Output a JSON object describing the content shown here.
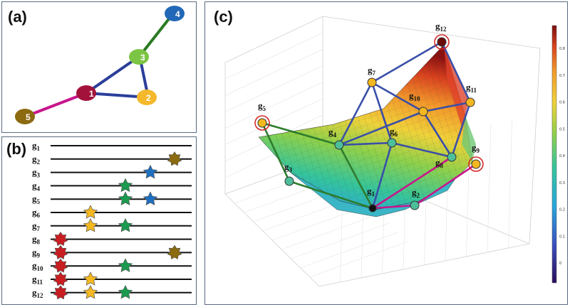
{
  "panel_a": {
    "label": "(a)",
    "nodes": [
      {
        "id": "1",
        "color": "#a3123a"
      },
      {
        "id": "2",
        "color": "#f4b82a"
      },
      {
        "id": "3",
        "color": "#7cc444"
      },
      {
        "id": "4",
        "color": "#2268b8"
      },
      {
        "id": "5",
        "color": "#8b6a10"
      }
    ]
  },
  "panel_b": {
    "label": "(b)",
    "rows": [
      {
        "g": "g",
        "sub": "1"
      },
      {
        "g": "g",
        "sub": "2"
      },
      {
        "g": "g",
        "sub": "3"
      },
      {
        "g": "g",
        "sub": "4"
      },
      {
        "g": "g",
        "sub": "5"
      },
      {
        "g": "g",
        "sub": "6"
      },
      {
        "g": "g",
        "sub": "7"
      },
      {
        "g": "g",
        "sub": "8"
      },
      {
        "g": "g",
        "sub": "9"
      },
      {
        "g": "g",
        "sub": "10"
      },
      {
        "g": "g",
        "sub": "11"
      },
      {
        "g": "g",
        "sub": "12"
      }
    ],
    "star_colors": {
      "red": "#c81e22",
      "yellow": "#f4b820",
      "green": "#1a9a4e",
      "blue": "#1e6fc0",
      "brown": "#8b6a10"
    }
  },
  "panel_c": {
    "label": "(c)",
    "labels": [
      {
        "g": "g",
        "sub": "12"
      },
      {
        "g": "g",
        "sub": "7"
      },
      {
        "g": "g",
        "sub": "10"
      },
      {
        "g": "g",
        "sub": "11"
      },
      {
        "g": "g",
        "sub": "5"
      },
      {
        "g": "g",
        "sub": "4"
      },
      {
        "g": "g",
        "sub": "6"
      },
      {
        "g": "g",
        "sub": "9"
      },
      {
        "g": "g",
        "sub": "8"
      },
      {
        "g": "g",
        "sub": "3"
      },
      {
        "g": "g",
        "sub": "1"
      },
      {
        "g": "g",
        "sub": "2"
      }
    ],
    "colorbar_ticks": [
      "0",
      "0.1",
      "0.2",
      "0.3",
      "0.4",
      "0.5",
      "0.6",
      "0.7",
      "0.8"
    ]
  }
}
